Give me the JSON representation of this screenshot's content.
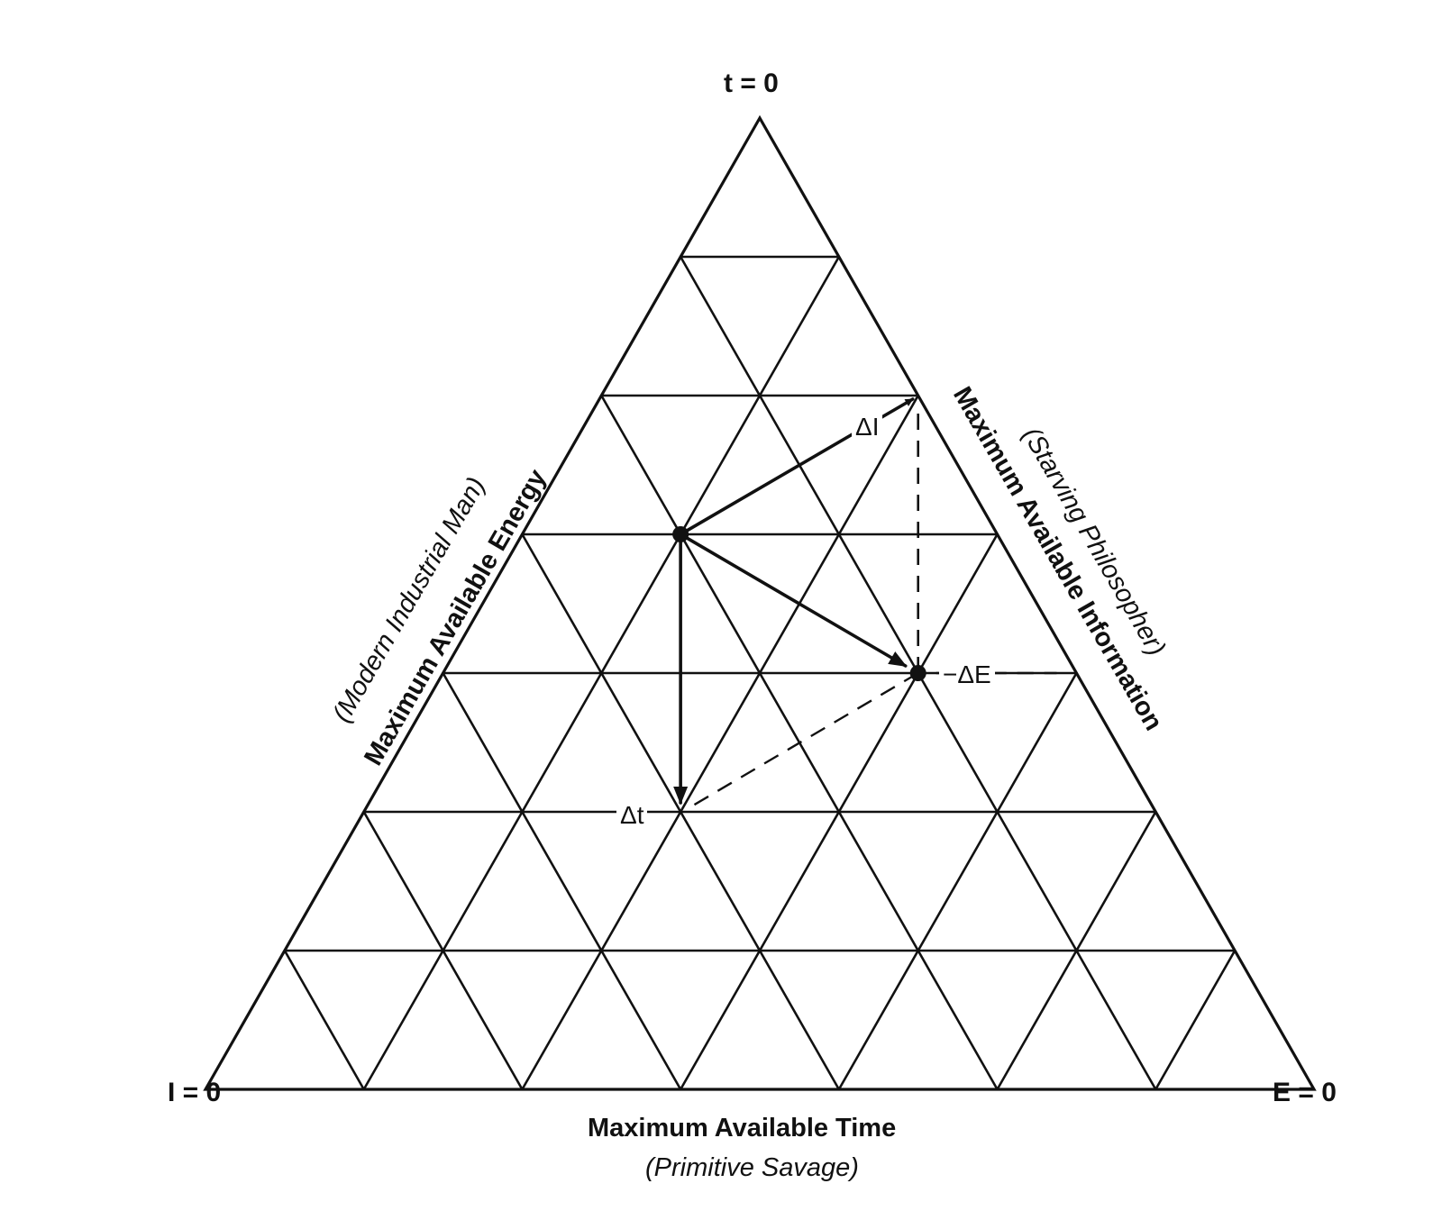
{
  "corners": {
    "top": "t = 0",
    "bottom_left": "I = 0",
    "bottom_right": "E = 0"
  },
  "sides": {
    "left": {
      "label": "Maximum Available Energy",
      "note": "(Modern Industrial Man)"
    },
    "right": {
      "label": "Maximum Available Information",
      "note": "(Starving Philosopher)"
    },
    "bottom": {
      "label": "Maximum Available Time",
      "note": "(Primitive Savage)"
    }
  },
  "deltas": {
    "information": "ΔI",
    "energy": "−ΔE",
    "time": "Δt"
  },
  "grid": {
    "divisions": 7
  },
  "colors": {
    "ink": "#111111",
    "paper": "#ffffff"
  }
}
